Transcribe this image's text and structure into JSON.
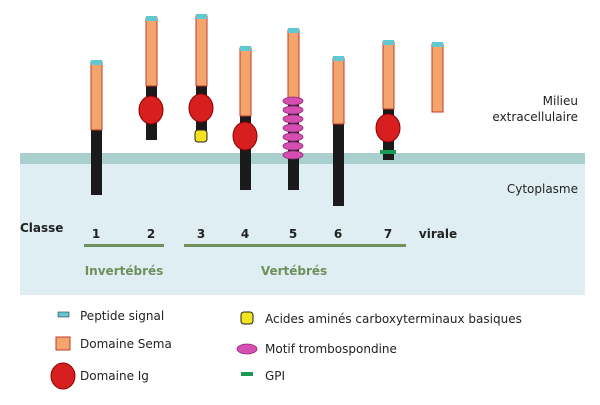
{
  "regions": {
    "extracellular": [
      "Milieu",
      "extracellulaire"
    ],
    "cytoplasm": "Cytoplasme"
  },
  "axis": {
    "class_title": "Classe",
    "classes": [
      "1",
      "2",
      "3",
      "4",
      "5",
      "6",
      "7",
      "virale"
    ]
  },
  "groups": {
    "invertebrates": "Invertébrés",
    "vertebrates": "Vertébrés"
  },
  "legend": {
    "signal_peptide": "Peptide signal",
    "sema_domain": "Domaine Sema",
    "ig_domain": "Domaine Ig",
    "basic_residues": "Acides aminés carboxyterminaux basiques",
    "thrombospondin": "Motif trombospondine",
    "gpi": "GPI"
  },
  "colors": {
    "signal_peptide": "#5fc8d0",
    "sema_domain": "#f4a56e",
    "sema_border": "#c0392b",
    "ig_domain": "#d81f1f",
    "basic_residues": "#f2e31c",
    "thrombospondin": "#d44fb0",
    "gpi": "#1a9a52",
    "membrane": "#a9cfcf",
    "cytoplasm": "#dfeef2",
    "group_line": "#6f8f5c"
  }
}
